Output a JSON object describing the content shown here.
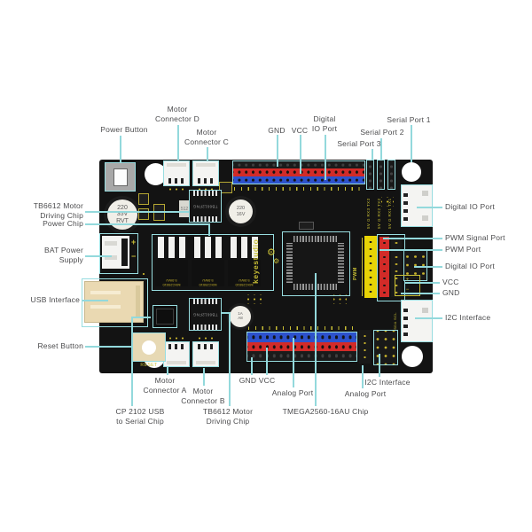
{
  "colors": {
    "accent_cyan": "#93d9dc",
    "board_black": "#131313",
    "header_red": "#d22b28",
    "header_blue": "#2d52cc",
    "header_yellow": "#e8d405",
    "silkscreen": "#c9bf35",
    "label_gray": "#4c4c4e",
    "connector_beige": "#ead9b2"
  },
  "labels": [
    {
      "id": "power-button",
      "text": "Power Button"
    },
    {
      "id": "motor-connector-d",
      "text": "Motor\nConnector D"
    },
    {
      "id": "motor-connector-c",
      "text": "Motor\nConnector C"
    },
    {
      "id": "gnd-top",
      "text": "GND"
    },
    {
      "id": "vcc-top",
      "text": "VCC"
    },
    {
      "id": "digital-io-top",
      "text": "Digital\nIO Port"
    },
    {
      "id": "serial-port-3",
      "text": "Serial Port 3"
    },
    {
      "id": "serial-port-2",
      "text": "Serial Port 2"
    },
    {
      "id": "serial-port-1",
      "text": "Serial Port 1"
    },
    {
      "id": "tb6612-left",
      "text": "TB6612 Motor\nDriving Chip"
    },
    {
      "id": "power-chip",
      "text": "Power Chip"
    },
    {
      "id": "bat-power",
      "text": "BAT Power\nSupply"
    },
    {
      "id": "usb-interface",
      "text": "USB Interface"
    },
    {
      "id": "reset-button",
      "text": "Reset Button"
    },
    {
      "id": "digital-io-right-1",
      "text": "Digital IO Port"
    },
    {
      "id": "pwm-signal-port",
      "text": "PWM Signal Port"
    },
    {
      "id": "pwm-port",
      "text": "PWM Port"
    },
    {
      "id": "digital-io-right-2",
      "text": "Digital IO Port"
    },
    {
      "id": "vcc-right",
      "text": "VCC"
    },
    {
      "id": "gnd-right",
      "text": "GND"
    },
    {
      "id": "i2c-right",
      "text": "I2C Interface"
    },
    {
      "id": "motor-connector-a",
      "text": "Motor\nConnector A"
    },
    {
      "id": "motor-connector-b",
      "text": "Motor\nConnector B"
    },
    {
      "id": "cp2102",
      "text": "CP 2102 USB\nto Serial Chip"
    },
    {
      "id": "tb6612-bottom",
      "text": "TB6612 Motor\nDriving Chip"
    },
    {
      "id": "gnd-vcc-bottom",
      "text": "GND VCC"
    },
    {
      "id": "analog-port-1",
      "text": "Analog Port"
    },
    {
      "id": "tmega-chip",
      "text": "TMEGA2560-16AU Chip"
    },
    {
      "id": "analog-port-2",
      "text": "Analog Port"
    },
    {
      "id": "i2c-bottom",
      "text": "I2C Interface"
    }
  ],
  "board": {
    "silkscreen": {
      "brand": "keyestudio",
      "reset": "RESET",
      "cap_big": "220\n35V\nRVT",
      "cap_mid": "220\n16V",
      "cap_small": "1A\nA8",
      "tb6612": "TB6612FNG",
      "power_reg": "MXC25010\n5.0WU",
      "resistor": "512",
      "serial3_pins": "5V G RX3 TX3",
      "serial2_pins": "5V G RX2 TX2",
      "serial1_pins": "5V G RX1 TX1",
      "pwm": "PWM",
      "i2c_pins": "G 5V SDA SCL",
      "plus": "+",
      "minus": "−",
      "gear_icon": "⚙"
    }
  }
}
